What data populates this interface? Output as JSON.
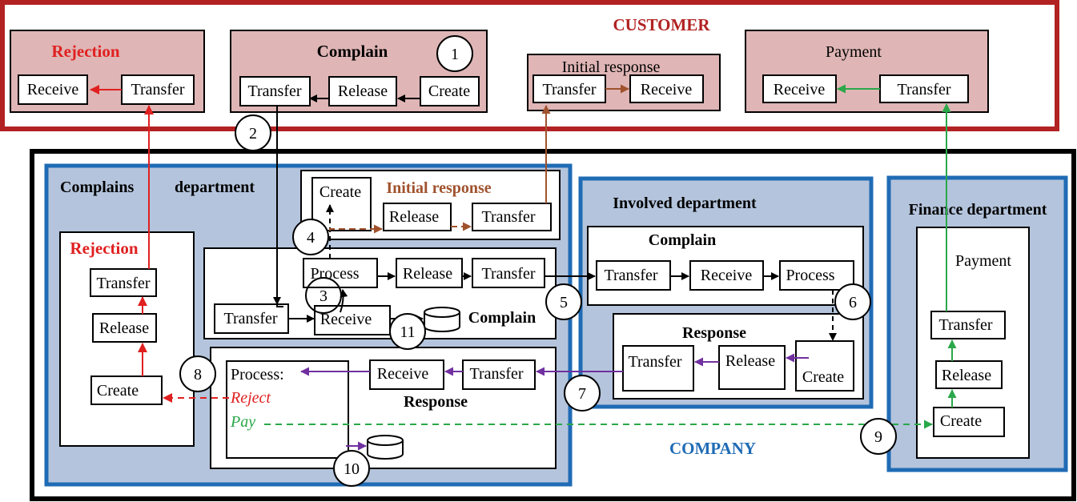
{
  "colors": {
    "customer_border": "#b22222",
    "customer_fill": "#dfb5b5",
    "company_border": "#000000",
    "dept_border": "#1f6bb5",
    "dept_fill": "#b4c4dc",
    "red": "#e02020",
    "brown": "#a0522d",
    "green": "#2aa84a",
    "purple": "#7030a0",
    "blue_text": "#1f6bb5"
  },
  "customer": {
    "title": "CUSTOMER",
    "rejection": {
      "title": "Rejection",
      "receive": "Receive",
      "transfer": "Transfer"
    },
    "complain": {
      "title": "Complain",
      "number": "1",
      "transfer": "Transfer",
      "release": "Release",
      "create": "Create"
    },
    "initial_response": {
      "title": "Initial response",
      "transfer": "Transfer",
      "receive": "Receive"
    },
    "payment": {
      "title": "Payment",
      "receive": "Receive",
      "transfer": "Transfer"
    }
  },
  "company": {
    "title": "COMPANY",
    "complains_dept": {
      "title_a": "Complains",
      "title_b": "department",
      "rejection": {
        "title": "Rejection",
        "transfer": "Transfer",
        "release": "Release",
        "create": "Create"
      },
      "initial_response": {
        "title": "Initial response",
        "create": "Create",
        "release": "Release",
        "transfer": "Transfer"
      },
      "complain": {
        "title": "Complain",
        "process": "Process",
        "release": "Release",
        "transfer": "Transfer",
        "transfer_in": "Transfer",
        "receive": "Receive"
      },
      "response": {
        "title": "Response",
        "process": "Process:",
        "reject": "Reject",
        "pay": "Pay",
        "receive": "Receive",
        "transfer": "Transfer"
      }
    },
    "involved_dept": {
      "title": "Involved department",
      "complain": {
        "title": "Complain",
        "transfer": "Transfer",
        "receive": "Receive",
        "process": "Process"
      },
      "response": {
        "title": "Response",
        "transfer": "Transfer",
        "release": "Release",
        "create": "Create"
      }
    },
    "finance_dept": {
      "title": "Finance department",
      "payment": {
        "title": "Payment",
        "transfer": "Transfer",
        "release": "Release",
        "create": "Create"
      }
    }
  },
  "steps": [
    "1",
    "2",
    "3",
    "4",
    "5",
    "6",
    "7",
    "8",
    "9",
    "10",
    "11"
  ]
}
